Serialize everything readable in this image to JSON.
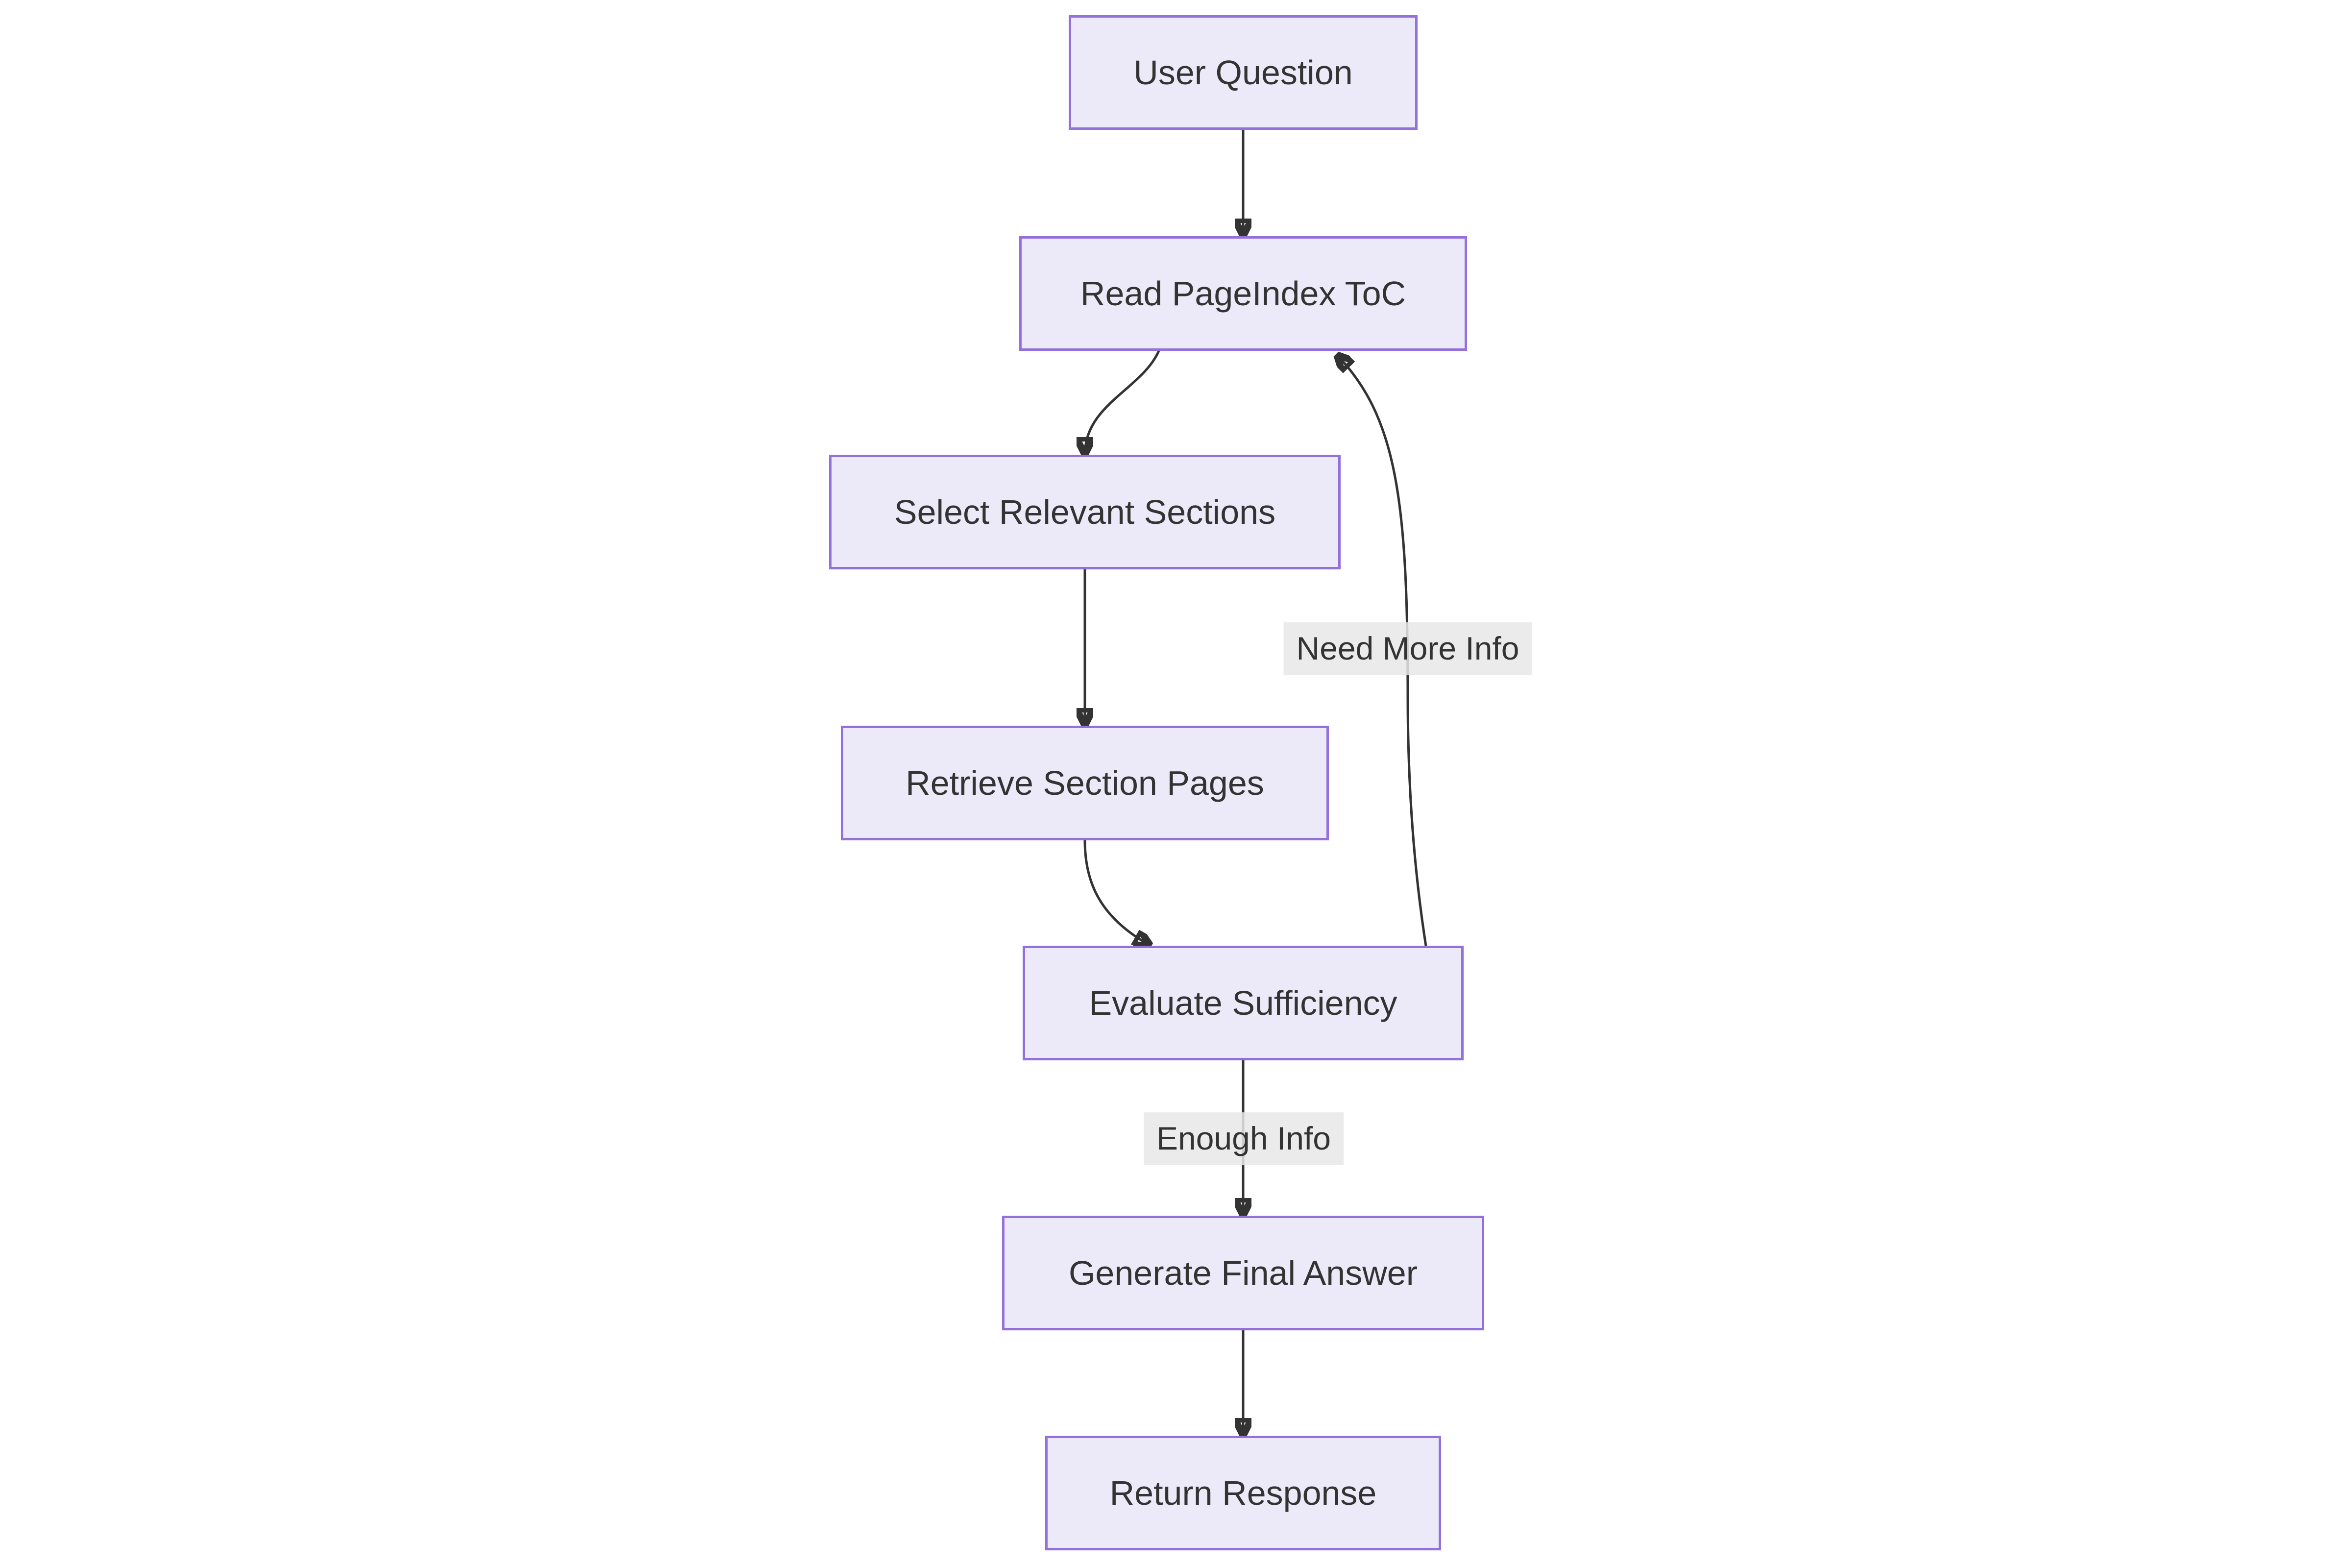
{
  "diagram": {
    "type": "flowchart-top-down",
    "nodes": [
      {
        "id": "user-question",
        "label": "User Question"
      },
      {
        "id": "read-pageindex-toc",
        "label": "Read PageIndex ToC"
      },
      {
        "id": "select-relevant-sections",
        "label": "Select Relevant Sections"
      },
      {
        "id": "retrieve-section-pages",
        "label": "Retrieve Section Pages"
      },
      {
        "id": "evaluate-sufficiency",
        "label": "Evaluate Sufficiency"
      },
      {
        "id": "generate-final-answer",
        "label": "Generate Final Answer"
      },
      {
        "id": "return-response",
        "label": "Return Response"
      }
    ],
    "edges": [
      {
        "from": "user-question",
        "to": "read-pageindex-toc",
        "label": ""
      },
      {
        "from": "read-pageindex-toc",
        "to": "select-relevant-sections",
        "label": ""
      },
      {
        "from": "select-relevant-sections",
        "to": "retrieve-section-pages",
        "label": ""
      },
      {
        "from": "retrieve-section-pages",
        "to": "evaluate-sufficiency",
        "label": ""
      },
      {
        "from": "evaluate-sufficiency",
        "to": "read-pageindex-toc",
        "label": "Need More Info"
      },
      {
        "from": "evaluate-sufficiency",
        "to": "generate-final-answer",
        "label": "Enough Info"
      },
      {
        "from": "generate-final-answer",
        "to": "return-response",
        "label": ""
      }
    ],
    "colors": {
      "node_fill": "#ECEAF8",
      "node_border": "#9370DB",
      "edge_line": "#333333",
      "edge_label_bg": "rgba(232,232,232,0.85)",
      "text": "#333333",
      "background": "#ffffff"
    }
  }
}
